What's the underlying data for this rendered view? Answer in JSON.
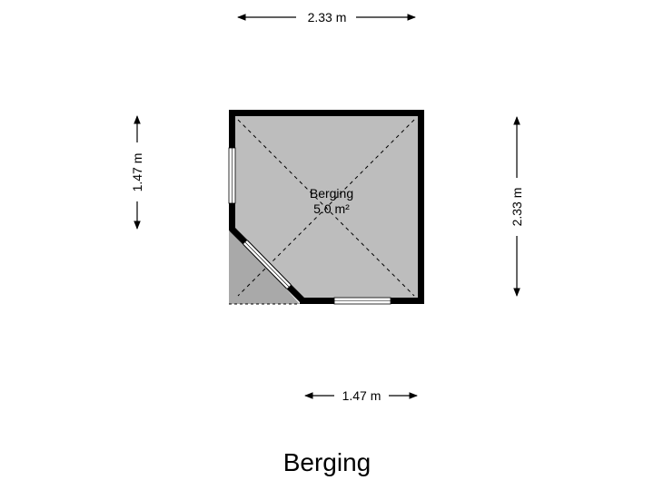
{
  "floorplan": {
    "title": "Berging",
    "room": {
      "name": "Berging",
      "area": "5.0 m²"
    },
    "dimensions": {
      "top_width": "2.33 m",
      "left_height": "1.47 m",
      "right_height": "2.33 m",
      "bottom_width": "1.47 m"
    },
    "colors": {
      "room_fill": "#bdbdbd",
      "shaded_fill": "#a9a9a9",
      "wall": "#000000",
      "background": "#ffffff"
    }
  }
}
